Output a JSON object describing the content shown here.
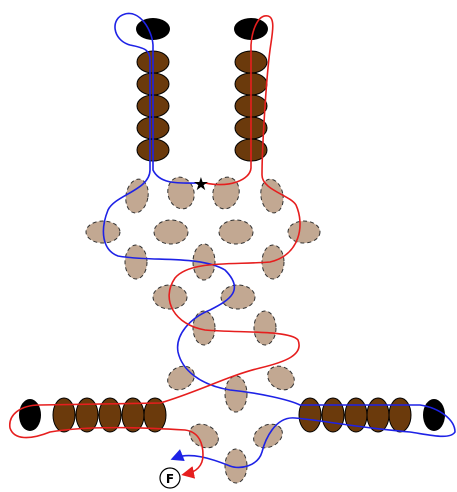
{
  "colors": {
    "background": "#ffffff",
    "bead_solid": "#6b3a0c",
    "bead_outline": "#000000",
    "bead_dashed": "#c2a892",
    "end_cap": "#000000",
    "path_a": "#1e22e6",
    "path_b": "#e61e1e"
  },
  "start_marker": {
    "icon": "star-icon",
    "symbol": "★"
  },
  "finish_marker": {
    "label": "F"
  },
  "paths": [
    {
      "id": "path-a",
      "color_key": "path_a"
    },
    {
      "id": "path-b",
      "color_key": "path_b"
    }
  ]
}
